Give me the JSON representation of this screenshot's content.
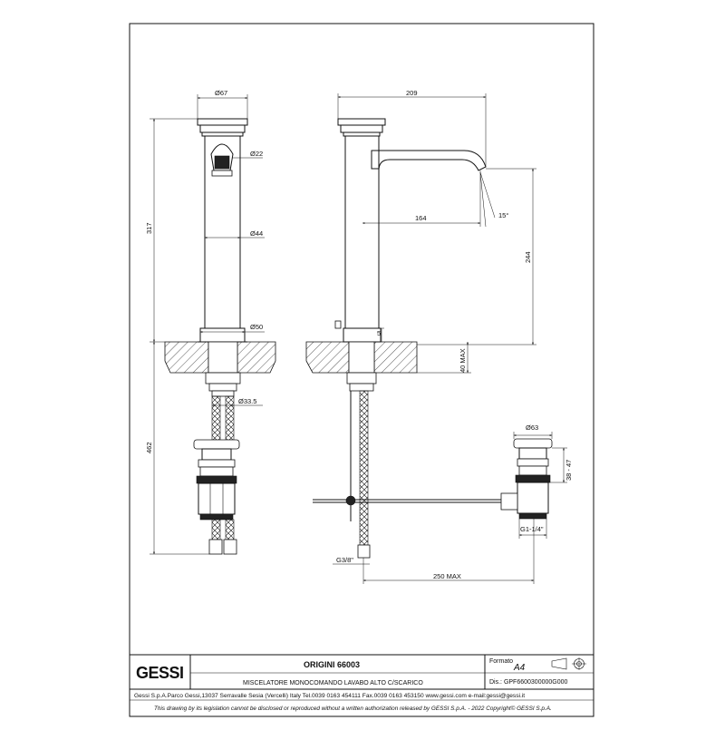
{
  "dimensions": {
    "d67": "Ø67",
    "d22": "Ø22",
    "d44": "Ø44",
    "d50": "Ø50",
    "d33_5": "Ø33.5",
    "h317": "317",
    "h462": "462",
    "w209": "209",
    "w164": "164",
    "angle15": "15°",
    "h244": "244",
    "h5": "5",
    "h40max": "40 MAX",
    "d63": "Ø63",
    "h38_47": "38 - 47",
    "g1_1_4": "G1-1/4\"",
    "g3_8": "G3/8\"",
    "w250max": "250 MAX"
  },
  "title_block": {
    "logo": "GESSI",
    "product": "ORIGINI 66003",
    "description": "MISCELATORE MONOCOMANDO LAVABO ALTO C/SCARICO",
    "format_label": "Formato",
    "format_value": "A4",
    "dis": "Dis.: GPF6600300000G000",
    "company": "Gessi S.p.A.Parco Gessi,13037 Serravalle Sesia (Vercelli) Italy Tel.0039 0163 454111 Fax.0039 0163 453150 www.gessi.com e-mail:gessi@gessi.it",
    "legal": "This drawing by its legislation cannot be disclosed or reproduced without a written authorization released by GESSI S.p.A. - 2022 Copyright© GESSI S.p.A."
  }
}
